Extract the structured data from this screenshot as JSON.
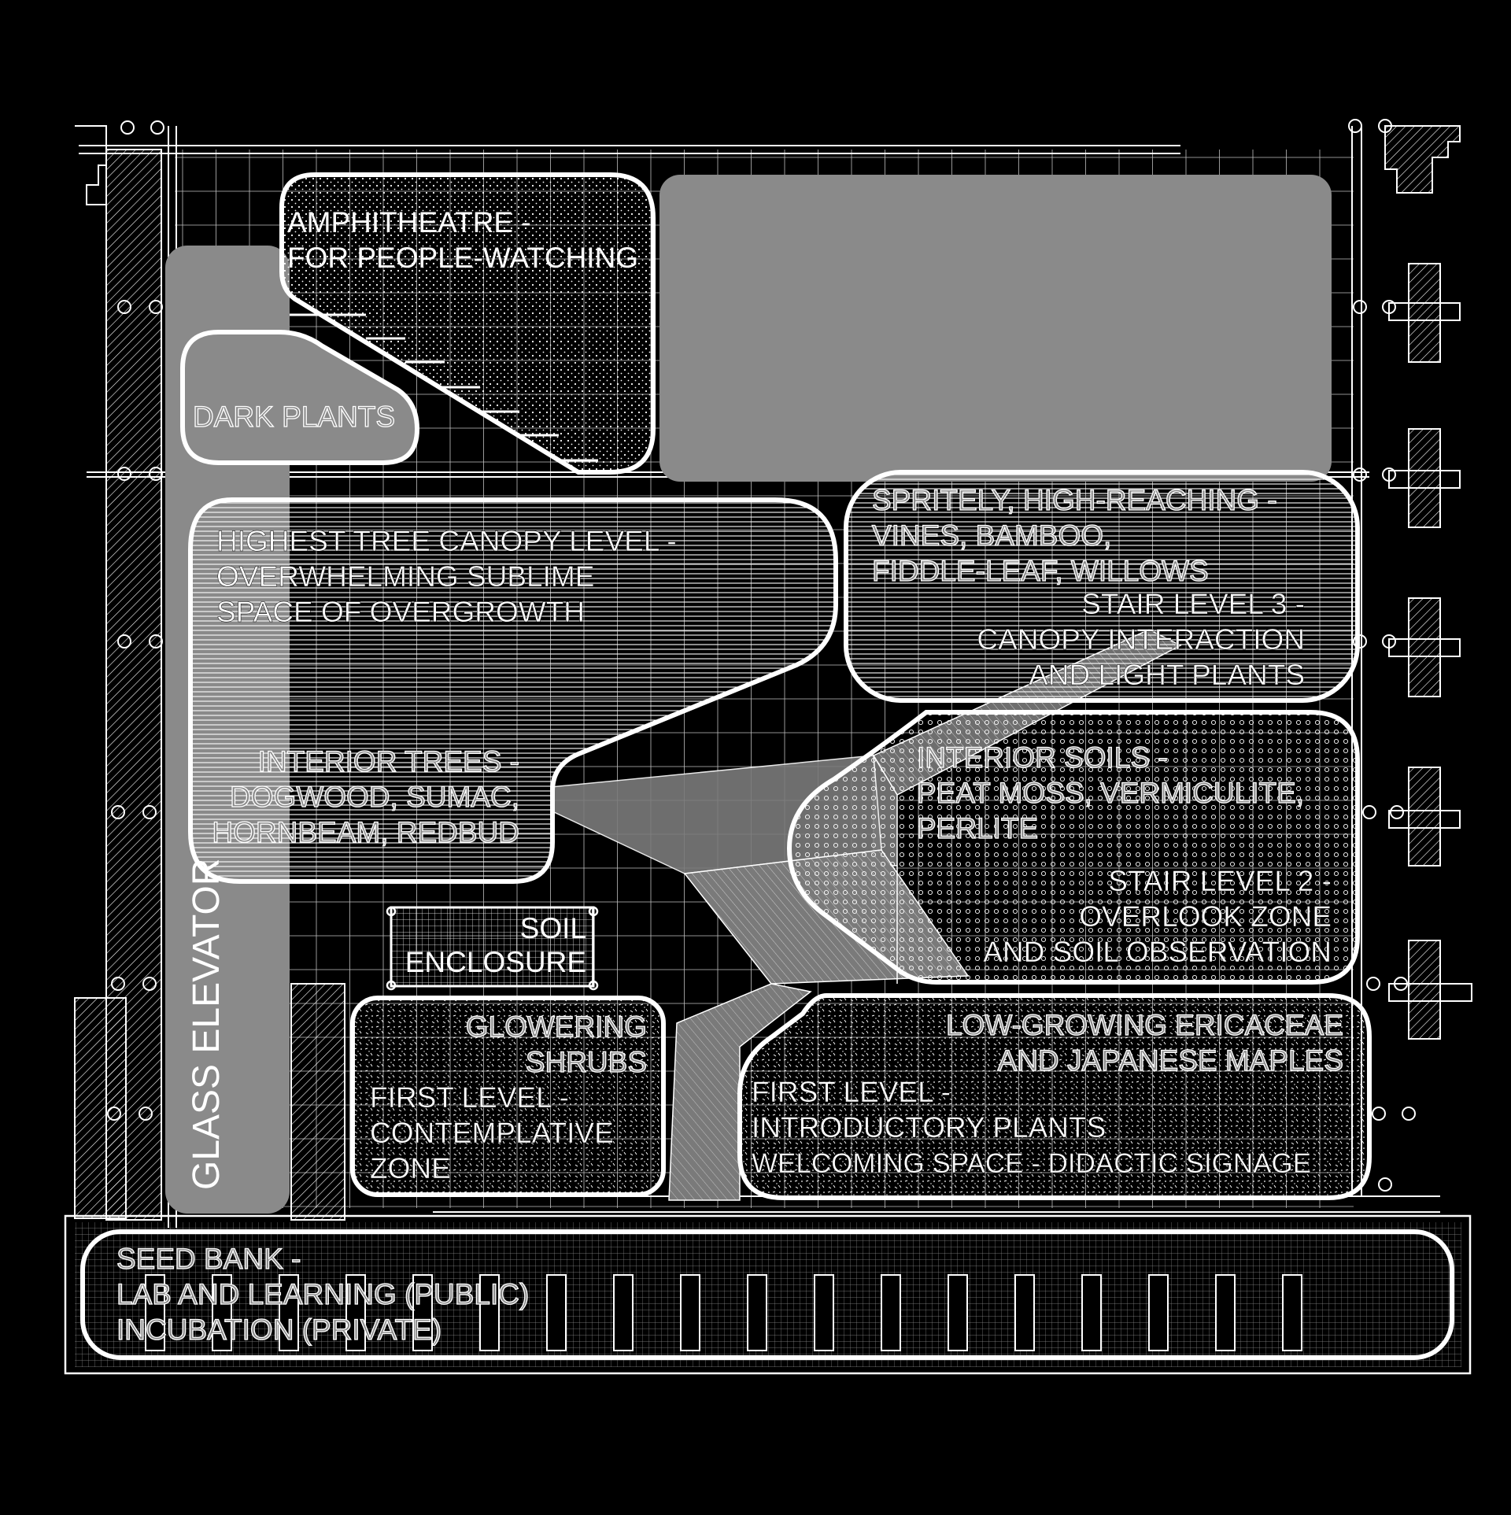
{
  "colors": {
    "background": "#000000",
    "linework": "#ffffff",
    "zone_gray": "#8a8a8a"
  },
  "zones": {
    "amphitheatre": {
      "line1": "AMPHITHEATRE -",
      "line2": "FOR PEOPLE-WATCHING"
    },
    "dark_plants": {
      "label": "DARK PLANTS"
    },
    "canopy": {
      "line1": "HIGHEST TREE CANOPY LEVEL -",
      "line2": "OVERWHELMING SUBLIME",
      "line3": "SPACE OF OVERGROWTH"
    },
    "interior_trees": {
      "line1": "INTERIOR TREES -",
      "line2": "DOGWOOD, SUMAC,",
      "line3": "HORNBEAM, REDBUD"
    },
    "spritely": {
      "line1": "SPRITELY, HIGH-REACHING -",
      "line2": "VINES, BAMBOO,",
      "line3": "FIDDLE-LEAF, WILLOWS"
    },
    "stair3": {
      "line1": "STAIR LEVEL 3 -",
      "line2": "CANOPY INTERACTION",
      "line3": "AND LIGHT PLANTS"
    },
    "soils": {
      "line1": "INTERIOR SOILS -",
      "line2": "PEAT MOSS, VERMICULITE,",
      "line3": "PERLITE"
    },
    "stair2": {
      "line1": "STAIR LEVEL 2 -",
      "line2": "OVERLOOK ZONE",
      "line3": "AND SOIL OBSERVATION"
    },
    "soil_enclosure": {
      "line1": "SOIL",
      "line2": "ENCLOSURE"
    },
    "shrubs": {
      "line1": "GLOWERING",
      "line2": "SHRUBS"
    },
    "first_contemplative": {
      "line1": "FIRST LEVEL -",
      "line2": "CONTEMPLATIVE",
      "line3": "ZONE"
    },
    "ericaceae": {
      "line1": "LOW-GROWING ERICACEAE",
      "line2": "AND JAPANESE MAPLES"
    },
    "first_intro": {
      "line1": "FIRST LEVEL -",
      "line2": "INTRODUCTORY PLANTS",
      "line3": "WELCOMING SPACE - DIDACTIC SIGNAGE"
    },
    "glass_elevator": {
      "label": "GLASS ELEVATOR"
    },
    "seed_bank": {
      "line1": "SEED BANK -",
      "line2": "LAB AND LEARNING (PUBLIC)",
      "line3": "INCUBATION (PRIVATE)"
    }
  }
}
